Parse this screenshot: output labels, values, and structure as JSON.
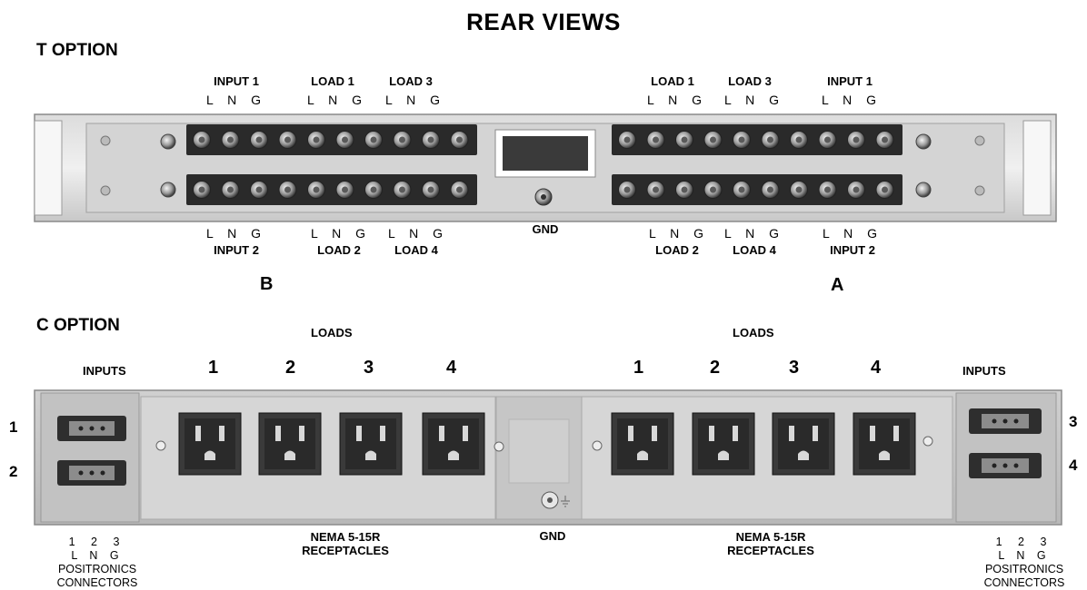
{
  "title": "REAR VIEWS",
  "t_option": {
    "heading": "T OPTION",
    "top_labels": [
      "INPUT 1",
      "LOAD 1",
      "LOAD 3",
      "LOAD 1",
      "LOAD 3",
      "INPUT 1"
    ],
    "bottom_labels": [
      "INPUT 2",
      "LOAD 2",
      "LOAD 4",
      "LOAD 2",
      "LOAD 4",
      "INPUT 2"
    ],
    "terminal_letters": "L N G",
    "ground_label": "GND",
    "side_b": "B",
    "side_a": "A"
  },
  "c_option": {
    "heading": "C OPTION",
    "loads_label": "LOADS",
    "inputs_label": "INPUTS",
    "load_numbers": [
      "1",
      "2",
      "3",
      "4"
    ],
    "input_numbers_left": [
      "1",
      "2"
    ],
    "input_numbers_right": [
      "3",
      "4"
    ],
    "receptacles_line1": "NEMA 5-15R",
    "receptacles_line2": "RECEPTACLES",
    "ground_label": "GND",
    "pin_numbers": "1 2 3",
    "pin_letters": "L N G",
    "connectors_line1": "POSITRONICS",
    "connectors_line2": "CONNECTORS"
  }
}
